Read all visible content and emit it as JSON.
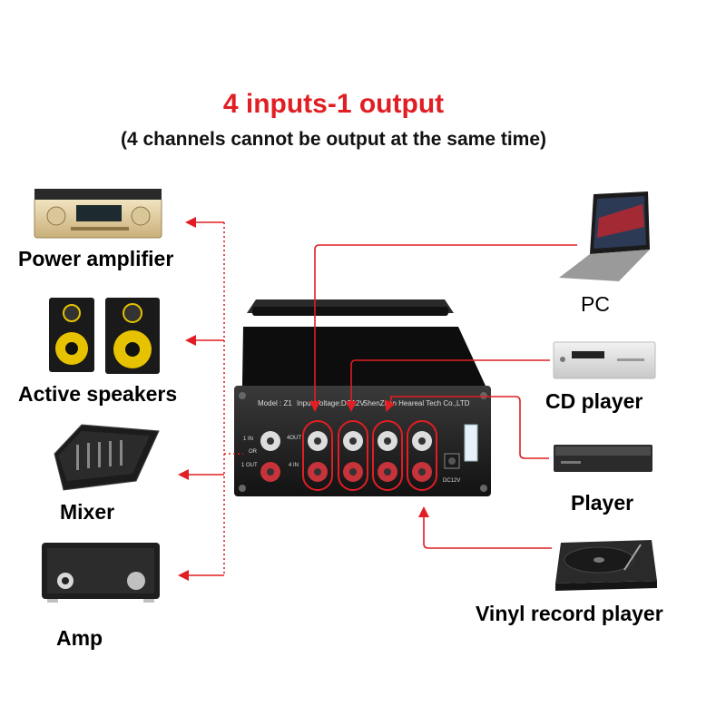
{
  "title": "4 inputs-1 output",
  "subtitle": "(4 channels cannot be output at the same time)",
  "outputs": [
    {
      "label": "Power amplifier"
    },
    {
      "label": "Active speakers"
    },
    {
      "label": "Mixer"
    },
    {
      "label": "Amp"
    }
  ],
  "inputs": [
    {
      "label": "PC"
    },
    {
      "label": "CD player"
    },
    {
      "label": "Player"
    },
    {
      "label": "Vinyl record player"
    }
  ],
  "device": {
    "model": "Model : Z1",
    "input_voltage": "Input Voltage:DC12V",
    "maker": "ShenZhen Heareal Tech Co.,LTD",
    "jack_1in": "1 IN",
    "jack_or": "OR",
    "jack_1out": "1 OUT",
    "jack_4out": "4OUT",
    "jack_4in": "4 IN",
    "dc": "DC12V"
  },
  "colors": {
    "accent": "#e01e23",
    "text": "#000000",
    "line": "#e01e23"
  }
}
